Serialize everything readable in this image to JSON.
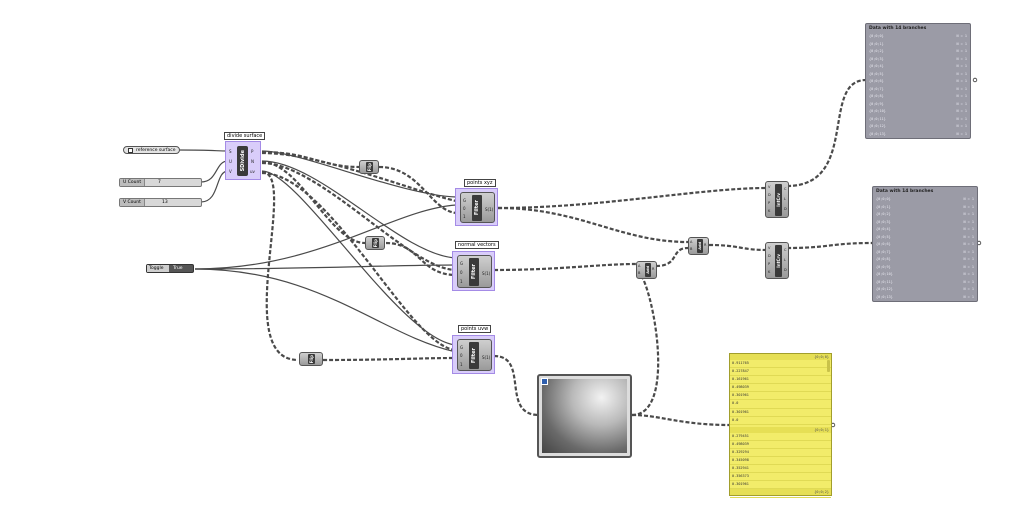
{
  "params": {
    "reference_surface": "reference surface",
    "u_count_label": "U Count",
    "u_count_value": "7",
    "v_count_label": "V Count",
    "v_count_value": "13",
    "toggle_label": "Toggle",
    "toggle_value": "True"
  },
  "components": {
    "divide_surface": {
      "title": "divide surface",
      "name": "SDivide",
      "inputs": [
        "S",
        "U",
        "V"
      ],
      "outputs": [
        "P",
        "N",
        "uv"
      ]
    },
    "flip1": {
      "name": "Flip"
    },
    "flip2": {
      "name": "Flip"
    },
    "flip3": {
      "name": "Flip"
    },
    "filter_xyz": {
      "title": "points xyz",
      "name": "Filter",
      "inputs": [
        "G",
        "0",
        "1"
      ],
      "output": "S(1)"
    },
    "filter_normals": {
      "title": "normal vectors",
      "name": "Filter",
      "inputs": [
        "G",
        "0",
        "1"
      ],
      "output": "S(1)"
    },
    "filter_uvs": {
      "title": "points uvw",
      "name": "Filter",
      "inputs": [
        "G",
        "0",
        "1"
      ],
      "output": "S(1)"
    },
    "interp1": {
      "name": "IntCrv",
      "inputs": [
        "V",
        "D",
        "P",
        "K"
      ],
      "outputs": [
        "C",
        "L",
        "D"
      ]
    },
    "interp2": {
      "name": "IntCrv",
      "inputs": [
        "V",
        "D",
        "P",
        "K"
      ],
      "outputs": [
        "C",
        "L",
        "D"
      ]
    },
    "add1": {
      "name": "Add",
      "inputs": [
        "A",
        "B"
      ],
      "output": "R"
    },
    "add2": {
      "name": "Add",
      "inputs": [
        "A",
        "B"
      ],
      "output": "R"
    }
  },
  "panel1": {
    "title": "Data with 14 branches",
    "rows": [
      {
        "path": "{0;0;0}",
        "value": "N = 1"
      },
      {
        "path": "{0;0;1}",
        "value": "N = 1"
      },
      {
        "path": "{0;0;2}",
        "value": "N = 1"
      },
      {
        "path": "{0;0;3}",
        "value": "N = 1"
      },
      {
        "path": "{0;0;4}",
        "value": "N = 1"
      },
      {
        "path": "{0;0;5}",
        "value": "N = 1"
      },
      {
        "path": "{0;0;6}",
        "value": "N = 1"
      },
      {
        "path": "{0;0;7}",
        "value": "N = 1"
      },
      {
        "path": "{0;0;8}",
        "value": "N = 1"
      },
      {
        "path": "{0;0;9}",
        "value": "N = 1"
      },
      {
        "path": "{0;0;10}",
        "value": "N = 1"
      },
      {
        "path": "{0;0;11}",
        "value": "N = 1"
      },
      {
        "path": "{0;0;12}",
        "value": "N = 1"
      },
      {
        "path": "{0;0;13}",
        "value": "N = 1"
      }
    ]
  },
  "panel2": {
    "title": "Data with 14 branches",
    "rows": [
      {
        "path": "{0;0;0}",
        "value": "N = 1"
      },
      {
        "path": "{0;0;1}",
        "value": "N = 1"
      },
      {
        "path": "{0;0;2}",
        "value": "N = 1"
      },
      {
        "path": "{0;0;3}",
        "value": "N = 1"
      },
      {
        "path": "{0;0;4}",
        "value": "N = 1"
      },
      {
        "path": "{0;0;5}",
        "value": "N = 1"
      },
      {
        "path": "{0;0;6}",
        "value": "N = 1"
      },
      {
        "path": "{0;0;7}",
        "value": "N = 1"
      },
      {
        "path": "{0;0;8}",
        "value": "N = 1"
      },
      {
        "path": "{0;0;9}",
        "value": "N = 1"
      },
      {
        "path": "{0;0;10}",
        "value": "N = 1"
      },
      {
        "path": "{0;0;11}",
        "value": "N = 1"
      },
      {
        "path": "{0;0;12}",
        "value": "N = 1"
      },
      {
        "path": "{0;0;13}",
        "value": "N = 1"
      }
    ]
  },
  "yellow_panel": {
    "header1": "{0;0;0}",
    "rows1": [
      "0.911765",
      "0.227847",
      "0.161961",
      "0.498039",
      "0.301961",
      "0.0",
      "0.301961",
      "0.0"
    ],
    "header2": "{0;0;1}",
    "rows2": [
      "0.279451",
      "0.498039",
      "0.329294",
      "0.345098",
      "0.352941",
      "0.356373",
      "0.301961",
      "0.0"
    ],
    "footer": "{0;0;2}"
  },
  "colors": {
    "wire": "#4a4a4a",
    "selection": "#d9cdfa",
    "panel_grey": "#9b9ba6",
    "panel_yellow": "#f2ec6a"
  }
}
